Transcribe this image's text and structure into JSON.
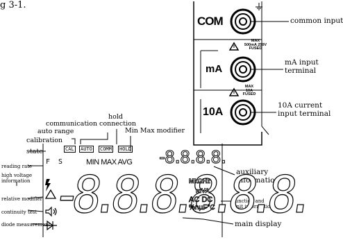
{
  "header": {
    "prefix": "g 3-1."
  },
  "terminals": {
    "com": {
      "label": "COM",
      "annotation": "common input"
    },
    "ma": {
      "label": "mA",
      "warning": "MAX 500mA 250V FUSED",
      "warning_lines": [
        "MAX",
        "500mA 250V",
        "FUSED"
      ],
      "annotation_lines": [
        "mA input",
        "terminal"
      ]
    },
    "a10": {
      "label": "10A",
      "warning": "MAX 10A FUSED",
      "warning_lines": [
        "MAX",
        "10A",
        "FUSED"
      ],
      "annotation_lines": [
        "10A current",
        "input terminal"
      ]
    }
  },
  "display": {
    "badges": [
      "CAL",
      "AUTO",
      "COMM",
      "HOLD"
    ],
    "rate": "F S",
    "minmax": "MIN MAX AVG",
    "aux_digits": "-8.8.8.8.",
    "main_digits": "-8.8.8.8.8.8.",
    "units": {
      "freq": "MkΩHz",
      "current": "mVA",
      "acdc": "AC DC",
      "misc": "%nµF°C"
    }
  },
  "annotations": {
    "communication": "communication connection",
    "hold": "hold",
    "minmax": "Min Max modifier",
    "auto_range": "auto range",
    "calibration": [
      "calibration",
      "state"
    ],
    "reading_rate": "reading rate",
    "high_voltage": [
      "high voltage",
      "information"
    ],
    "relative": "relative modifier",
    "continuity": "continuity test",
    "diode": "diode measurement",
    "auxiliary": [
      "auxiliary",
      "information"
    ],
    "function_unit": [
      "function and",
      "unit information"
    ],
    "main_display": "main display"
  }
}
